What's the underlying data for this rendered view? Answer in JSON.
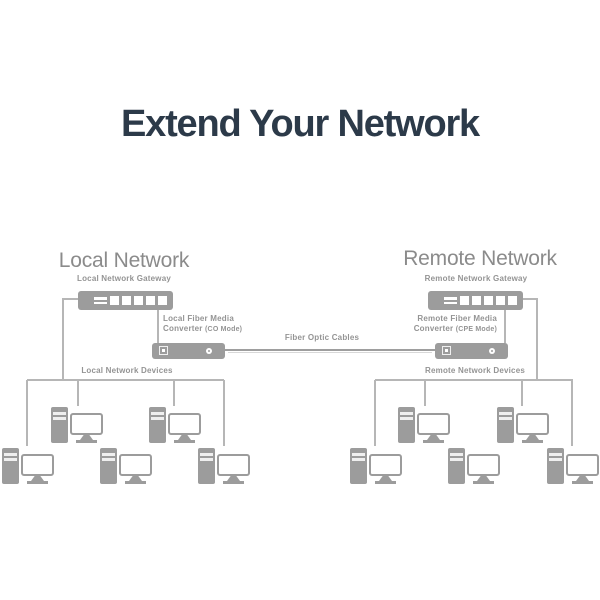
{
  "title": "Extend Your Network",
  "colors": {
    "title_color": "#2c3a49",
    "device_gray": "#9c9c9c",
    "label_gray": "#949494",
    "heading_gray": "#8b8b8b",
    "line_gray": "#b6b6b6"
  },
  "local": {
    "heading": "Local Network",
    "gateway_label": "Local Network Gateway",
    "converter_line1": "Local Fiber Media",
    "converter_line2": "Converter",
    "converter_mode": "(CO Mode)",
    "devices_label": "Local Network Devices"
  },
  "remote": {
    "heading": "Remote Network",
    "gateway_label": "Remote Network Gateway",
    "converter_line1": "Remote Fiber Media",
    "converter_line2": "Converter",
    "converter_mode": "(CPE Mode)",
    "devices_label": "Remote Network Devices"
  },
  "link": {
    "label": "Fiber Optic Cables"
  }
}
